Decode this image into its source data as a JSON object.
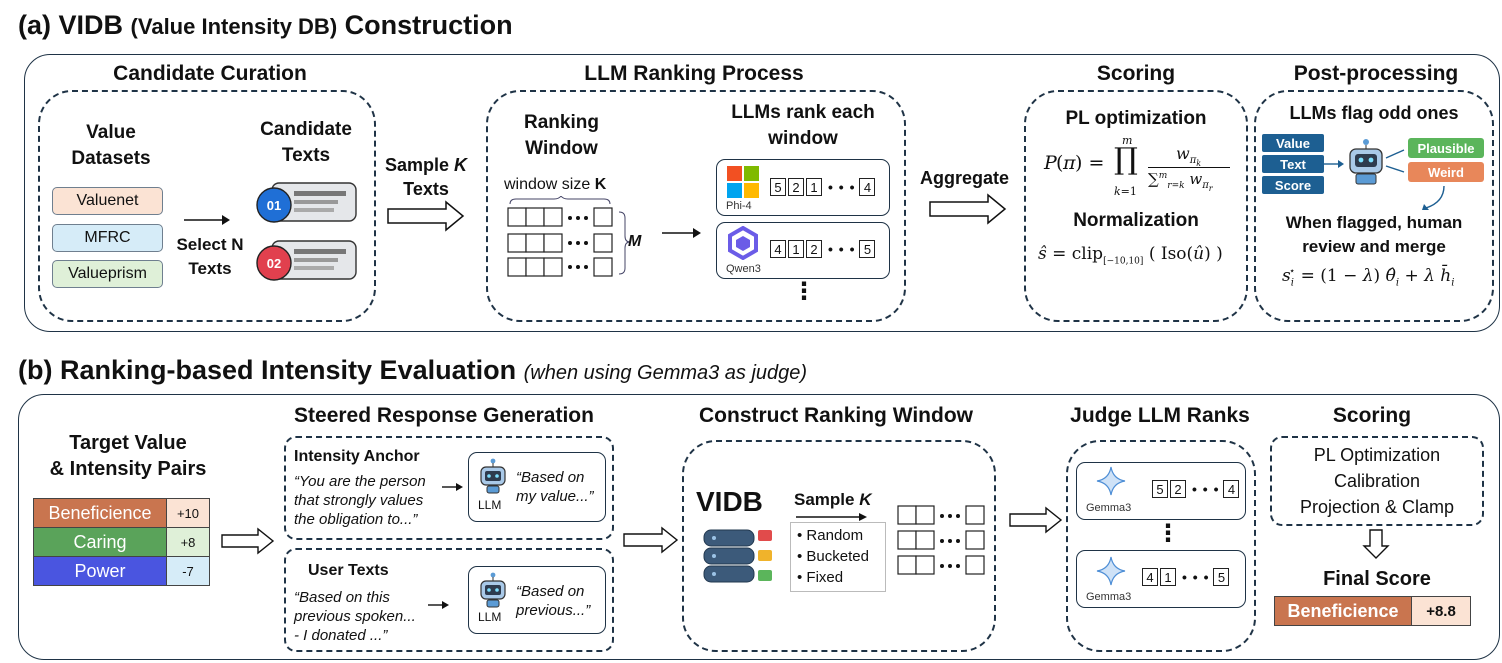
{
  "part_a": {
    "label": "(a)",
    "title_main": "VIDB",
    "title_paren": "(Value Intensity DB)",
    "title_tail": "Construction",
    "candidate_curation": {
      "header": "Candidate Curation",
      "datasets_label": "Value Datasets",
      "datasets": [
        "Valuenet",
        "MFRC",
        "Valueprism"
      ],
      "select_label": "Select N Texts",
      "candidate_label": "Candidate Texts",
      "badges": [
        "01",
        "02"
      ]
    },
    "sample_label_1": "Sample",
    "sample_k": "K",
    "sample_label_2": "Texts",
    "ranking_process": {
      "header": "LLM Ranking Process",
      "window_title": "Ranking Window",
      "window_size_label": "window size",
      "window_size_k": "K",
      "m_label": "M",
      "llms_rank_title": "LLMs rank each window",
      "models": [
        {
          "name": "Phi-4",
          "ranks": [
            "5",
            "2",
            "1",
            "4"
          ]
        },
        {
          "name": "Qwen3",
          "ranks": [
            "4",
            "1",
            "2",
            "5"
          ]
        }
      ],
      "more_dots": "⋮"
    },
    "aggregate_label": "Aggregate",
    "scoring": {
      "header": "Scoring",
      "pl_title": "PL optimization",
      "norm_title": "Normalization"
    },
    "post_processing": {
      "header": "Post-processing",
      "flag_title": "LLMs flag odd ones",
      "input_tags": [
        "Value",
        "Text",
        "Score"
      ],
      "outcomes": [
        "Plausible",
        "Weird"
      ],
      "flag_text": "When flagged, human review and merge"
    }
  },
  "part_b": {
    "label": "(b)",
    "title": "Ranking-based Intensity Evaluation",
    "title_note": "(when using Gemma3 as judge)",
    "target": {
      "header_1": "Target Value",
      "header_2": "& Intensity Pairs",
      "rows": [
        {
          "name": "Beneficience",
          "value": "+10"
        },
        {
          "name": "Caring",
          "value": "+8"
        },
        {
          "name": "Power",
          "value": "-7"
        }
      ]
    },
    "steered": {
      "header": "Steered Response Generation",
      "anchor_title": "Intensity Anchor",
      "anchor_text": "“You are the person that strongly values the obligation to...”",
      "anchor_reply": "“Based on my value...”",
      "user_title": "User Texts",
      "user_text": "“Based on this previous spoken... - I donated ...”",
      "user_reply": "“Based on previous...”",
      "llm_label": "LLM"
    },
    "construct": {
      "header": "Construct Ranking Window",
      "vidb_label": "VIDB",
      "sample_label": "Sample",
      "sample_k": "K",
      "options": [
        "Random",
        "Bucketed",
        "Fixed"
      ]
    },
    "judge": {
      "header": "Judge LLM Ranks",
      "models": [
        {
          "name": "Gemma3",
          "ranks": [
            "5",
            "2",
            "4"
          ]
        },
        {
          "name": "Gemma3",
          "ranks": [
            "4",
            "1",
            "5"
          ]
        }
      ],
      "more_dots": "⋮"
    },
    "scoring": {
      "header": "Scoring",
      "steps": [
        "PL Optimization",
        "Calibration",
        "Projection & Clamp"
      ],
      "final_label": "Final Score",
      "final_name": "Beneficience",
      "final_value": "+8.8"
    }
  },
  "colors": {
    "beneficience": "#c9754f",
    "caring": "#5aa35a",
    "power": "#4a55e0",
    "valuenet_bg": "#fbe3d4",
    "mfrc_bg": "#d6ecf8",
    "valueprism_bg": "#dff0d8",
    "plausible": "#5bb55b",
    "weird": "#e8875a",
    "tag_blue": "#1d5f92"
  }
}
